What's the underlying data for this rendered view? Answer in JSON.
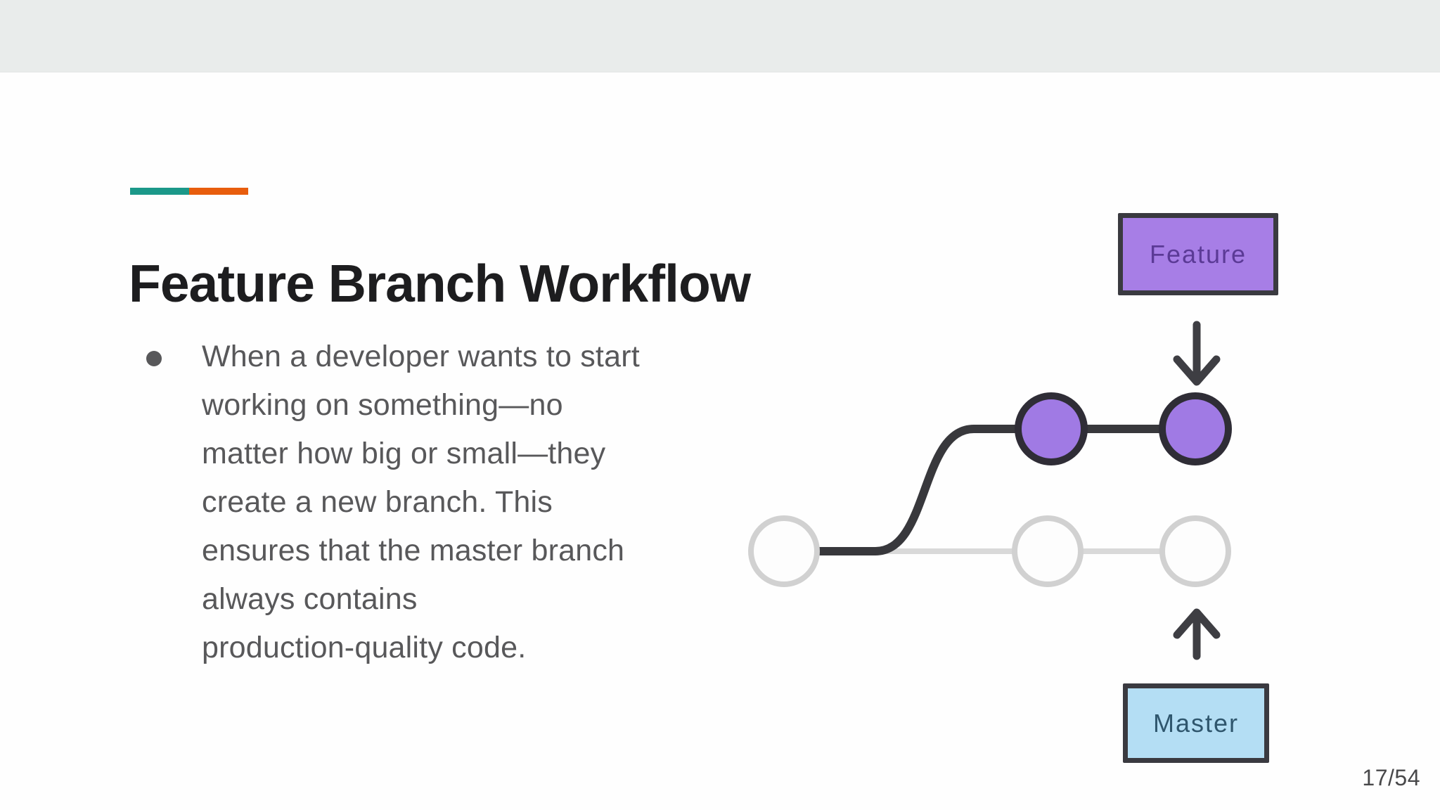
{
  "slide": {
    "title": "Feature Branch Workflow",
    "accent_bar": {
      "teal_color": "#1b9889",
      "orange_color": "#e85d0d"
    },
    "bullet": {
      "marker": "disc",
      "lines": [
        "When a developer wants to start",
        "working on something—no",
        "matter how big or small—they",
        "create a new branch. This",
        "ensures that the master branch",
        "always contains",
        "production-quality code."
      ],
      "full_text": "When a developer wants to start working on something—no matter how big or small—they create a new branch. This ensures that the master branch always contains production-quality code.",
      "text_color": "#58585a"
    },
    "diagram": {
      "feature_box": {
        "label": "Feature",
        "fill": "#a77ee6",
        "text_color": "#5b3a96",
        "border_color": "#3a3a40"
      },
      "master_box": {
        "label": "Master",
        "fill": "#b4def4",
        "text_color": "#2f566d",
        "border_color": "#3a3a40"
      },
      "icons": {
        "down_arrow": "down-arrow-icon",
        "up_arrow": "up-arrow-icon"
      },
      "feature_branch": {
        "commit_count": 2,
        "commit_fill": "#a07ae4",
        "commit_border": "#2f2d36",
        "line_color": "#38383c"
      },
      "master_branch": {
        "commit_count": 3,
        "commit_fill": "#fdfdfd",
        "commit_border": "#d1d1d1",
        "line_color": "#d9d9d9"
      }
    },
    "page_indicator": "17/54"
  }
}
